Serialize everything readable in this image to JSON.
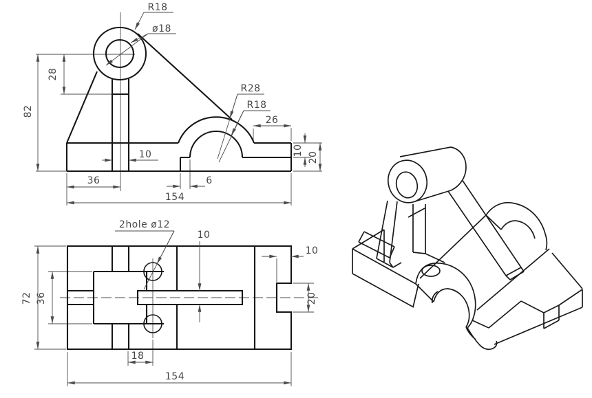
{
  "drawing": {
    "colors": {
      "outline": "#161616",
      "dimension": "#4b4b4b",
      "background": "#ffffff"
    },
    "front_view": {
      "leader_boss_radius": "R18",
      "leader_boss_bore": "ø18",
      "leader_saddle_outer_radius": "R28",
      "leader_saddle_inner_radius": "R18",
      "dim_right_flat": "26",
      "dim_overall_height": "82",
      "dim_boss_to_shoulder": "28",
      "dim_web_width": "10",
      "dim_edge_to_boss_center": "36",
      "dim_slot_width": "6",
      "dim_overall_length": "154",
      "dim_step_depth": "10",
      "dim_base_thickness": "20"
    },
    "top_view": {
      "leader_holes": "2hole ø12",
      "dim_rib_width": "10",
      "dim_overall_depth": "72",
      "dim_pocket_width": "36",
      "dim_web_to_hole": "18",
      "dim_overall_length": "154",
      "dim_notch_depth": "10",
      "dim_notch_width": "20"
    }
  }
}
